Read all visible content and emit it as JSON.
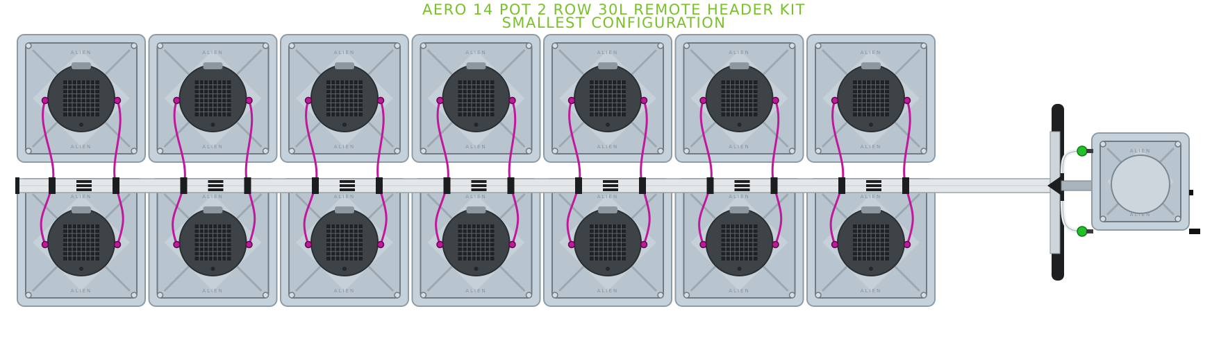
{
  "title": {
    "line1": "AERO 14 POT 2 ROW 30L REMOTE HEADER KIT",
    "line2": "SMALLEST CONFIGURATION",
    "color": "#7ac02b"
  },
  "layout": {
    "rows": 2,
    "pots_per_row": 7,
    "total_pots": 14
  },
  "pot": {
    "brand_text": "ALIEN"
  },
  "colors": {
    "pot_body": "#b8c5cf",
    "pot_frame": "#8e9ba5",
    "lid": "#3e4347",
    "mesh": "#1f2326",
    "hose": "#c0189a",
    "manifold": "#e4e7ea",
    "connector": "#22c12a",
    "fitting": "#1b1d1f"
  },
  "icons": {
    "pot": "pot-icon",
    "header_tank": "header-tank-icon",
    "manifold": "manifold-pipe",
    "hose": "hose-loop",
    "connector": "green-connector-icon"
  }
}
